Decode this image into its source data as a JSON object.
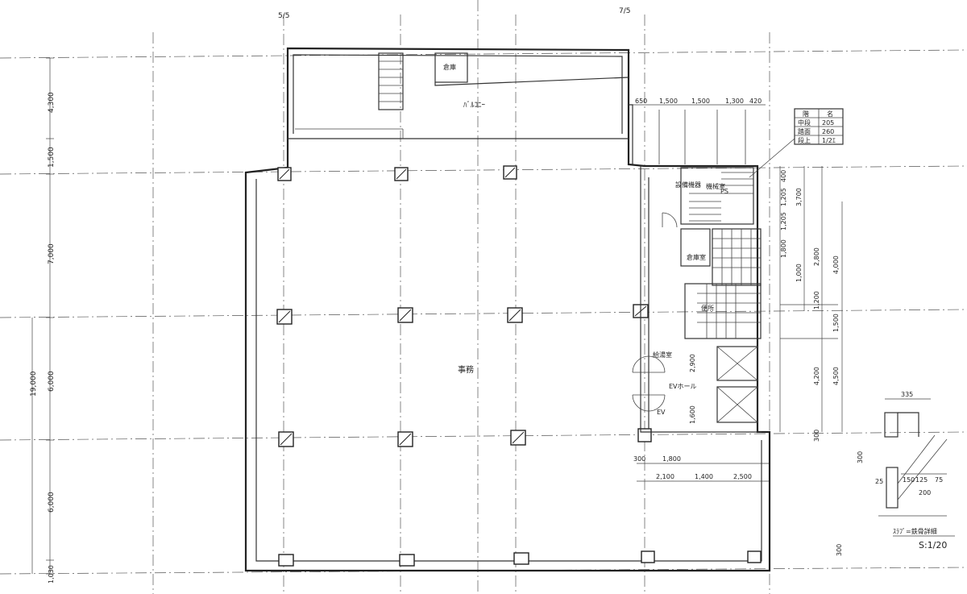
{
  "grid_marks": {
    "top_left": "5/5",
    "top_right": "7/5"
  },
  "rooms": {
    "balcony": "ﾊﾞﾙｺﾆｰ",
    "storage": "倉庫",
    "office": "事務",
    "ev_hall": "EVホール",
    "pipe_room": "倉庫室",
    "kitchen_pantry": "給湯室",
    "toilets": "便所",
    "mechanical": "機械室",
    "ev_label": "EV",
    "shaft": "PS",
    "service": "設備機器"
  },
  "stair_table": {
    "header": [
      "階",
      "名"
    ],
    "rows": [
      [
        "中段",
        "205"
      ],
      [
        "踏面",
        "260"
      ],
      [
        "段上",
        "1/2ｴ"
      ]
    ]
  },
  "dims": {
    "left": [
      "4,300",
      "1,500",
      "7,000",
      "6,000",
      "6,000",
      "1,030"
    ],
    "left_total": "19,000",
    "top_right": [
      "650",
      "1,500",
      "1,500",
      "1,300",
      "420"
    ],
    "right_stack": [
      "400",
      "1,205",
      "1,205",
      "3,700",
      "1,800",
      "1,000",
      "2,800",
      "4,000",
      "1,200",
      "1,500",
      "4,200",
      "4,500",
      "300"
    ],
    "bottom": [
      "300",
      "1,800",
      "2,100",
      "1,400",
      "2,500"
    ],
    "core_small": [
      "2,900",
      "1,600",
      "300"
    ]
  },
  "detail": {
    "dims": [
      "335",
      "300",
      "25",
      "150",
      "125",
      "75",
      "200"
    ],
    "caption": "ｽﾗﾌﾞ=鉄骨詳細",
    "scale": "S:1/20"
  }
}
